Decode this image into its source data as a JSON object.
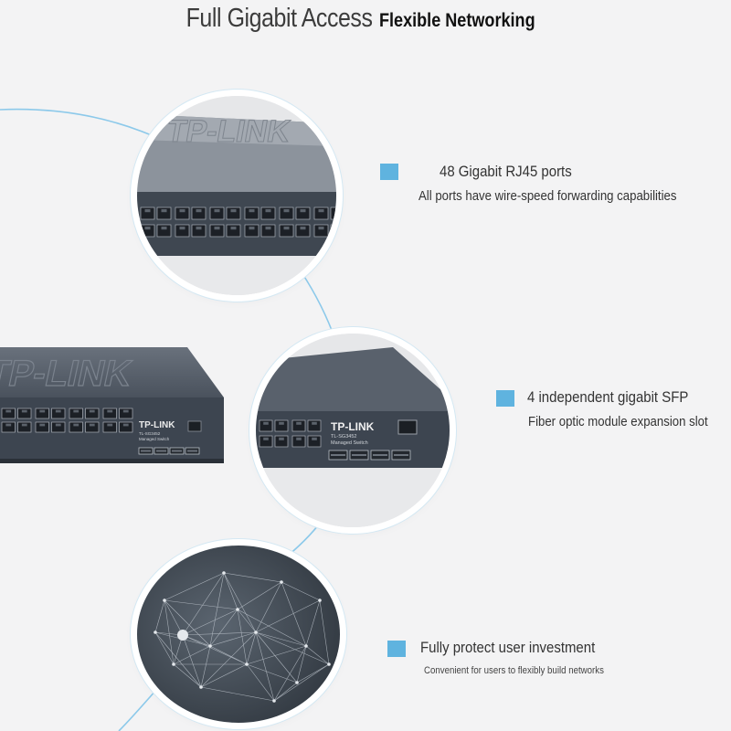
{
  "header": {
    "title_main": "Full Gigabit Access",
    "title_sub": "Flexible Networking"
  },
  "features": [
    {
      "icon": "square-bullet-icon",
      "title": "48 Gigabit RJ45 ports",
      "subtitle": "All ports have wire-speed forwarding capabilities"
    },
    {
      "icon": "square-bullet-icon",
      "title": "4 independent gigabit SFP",
      "subtitle": "Fiber optic module expansion slot"
    },
    {
      "icon": "square-bullet-icon",
      "title": "Fully protect user investment",
      "subtitle": "Convenient for users to flexibly build networks"
    }
  ],
  "device": {
    "brand": "TP-LINK",
    "model": "TL-SG3452",
    "description": "Managed Switch",
    "watermark": "TP-LINK"
  },
  "colors": {
    "background": "#f3f3f4",
    "accent": "#5fb3df",
    "curve": "#8cc9ea",
    "device_body": "#3d4550",
    "device_top": "#59616c"
  }
}
